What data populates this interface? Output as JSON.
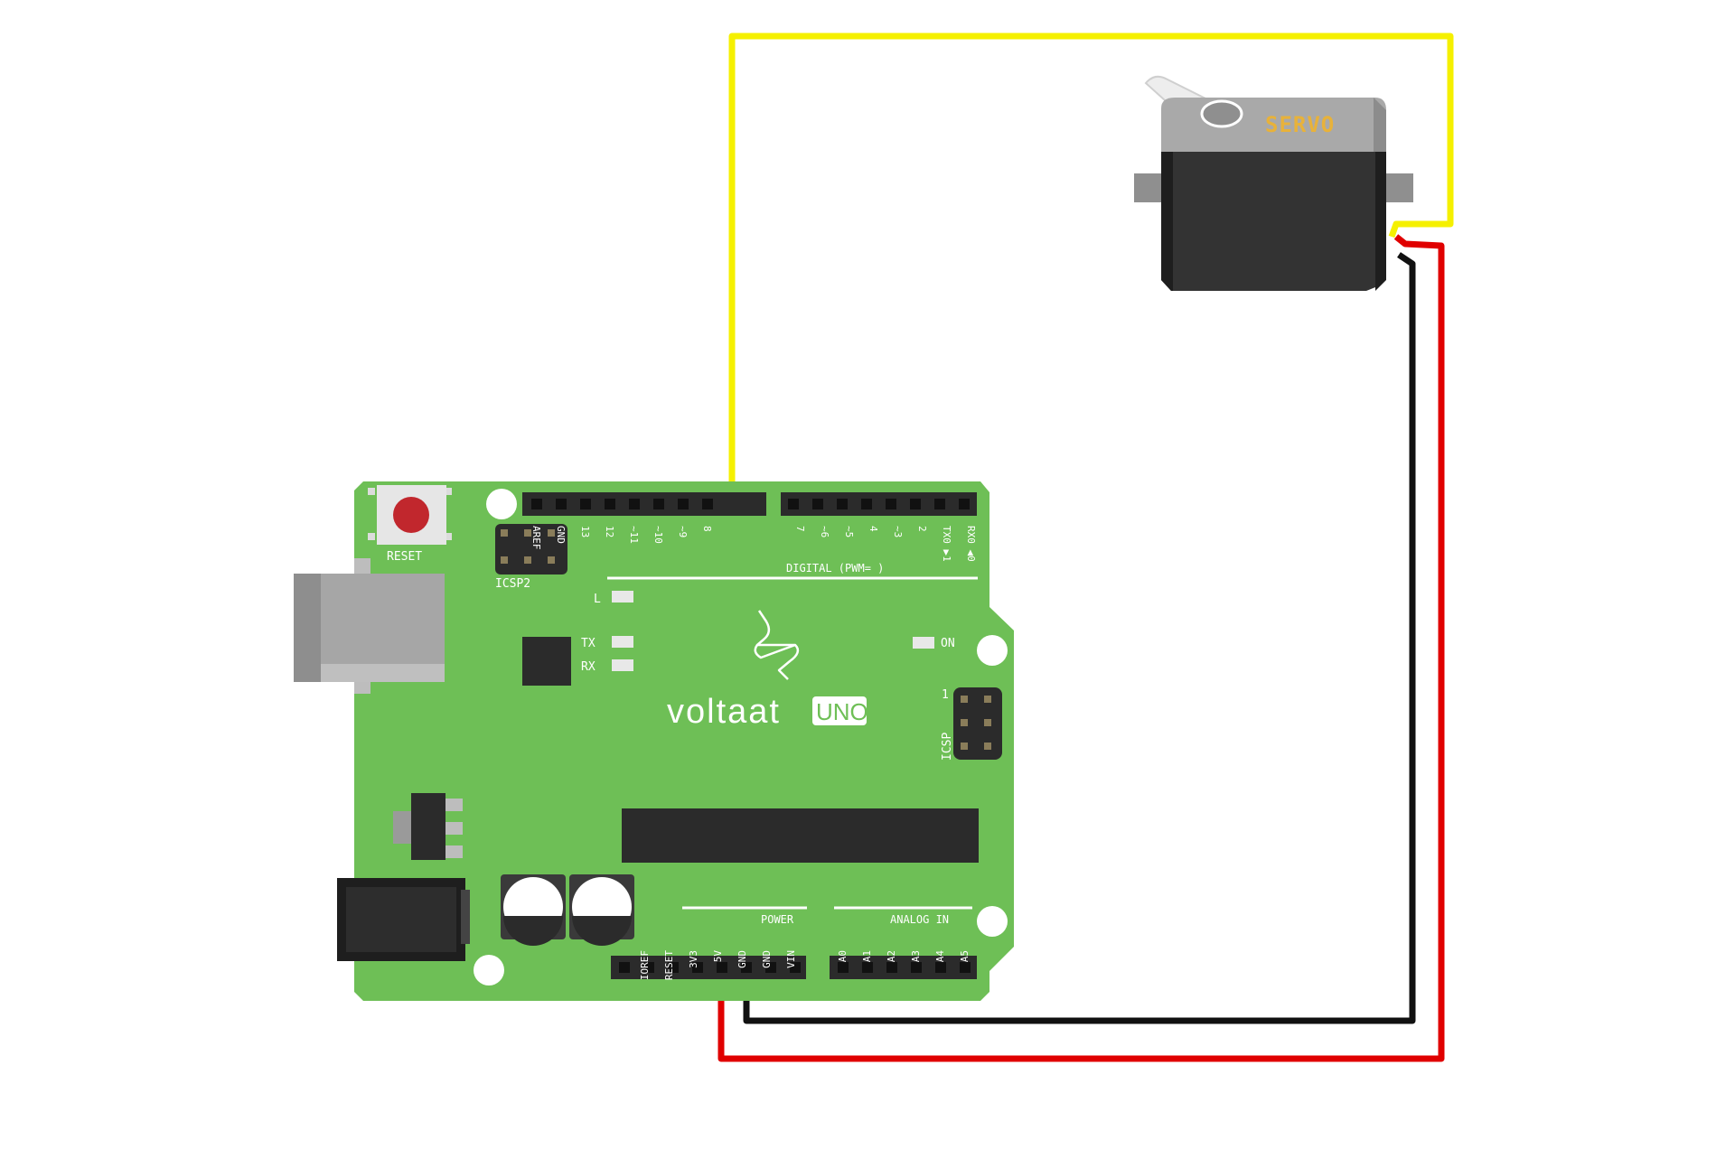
{
  "colors": {
    "board": "#6ebf56",
    "board_dark": "#5aa845",
    "header": "#2b2b2b",
    "signal_wire": "#f5f000",
    "power_wire": "#e00000",
    "ground_wire": "#111111",
    "servo_body": "#333333",
    "servo_top": "#a9a9a9",
    "servo_text": "#e8b23a",
    "reset_button": "#c1272d"
  },
  "board": {
    "brand": "voltaat",
    "model": "UNO",
    "reset_label": "RESET",
    "icsp2_label": "ICSP2",
    "icsp_label": "ICSP",
    "icsp_pin1": "1",
    "digital_label": "DIGITAL (PWM=   )",
    "power_label": "POWER",
    "analog_label": "ANALOG IN",
    "led_l": "L",
    "led_tx": "TX",
    "led_rx": "RX",
    "led_on": "ON",
    "digital_pins_left": [
      "AREF",
      "GND",
      "13",
      "12",
      "~11",
      "~10",
      "~9",
      "8"
    ],
    "digital_pins_right": [
      "7",
      "~6",
      "~5",
      "4",
      "~3",
      "2",
      "TX0 ▶1",
      "RX0 ◀0"
    ],
    "power_pins": [
      "IOREF",
      "RESET",
      "3V3",
      "5V",
      "GND",
      "GND",
      "VIN"
    ],
    "analog_pins": [
      "A0",
      "A1",
      "A2",
      "A3",
      "A4",
      "A5"
    ]
  },
  "servo": {
    "label": "SERVO"
  }
}
